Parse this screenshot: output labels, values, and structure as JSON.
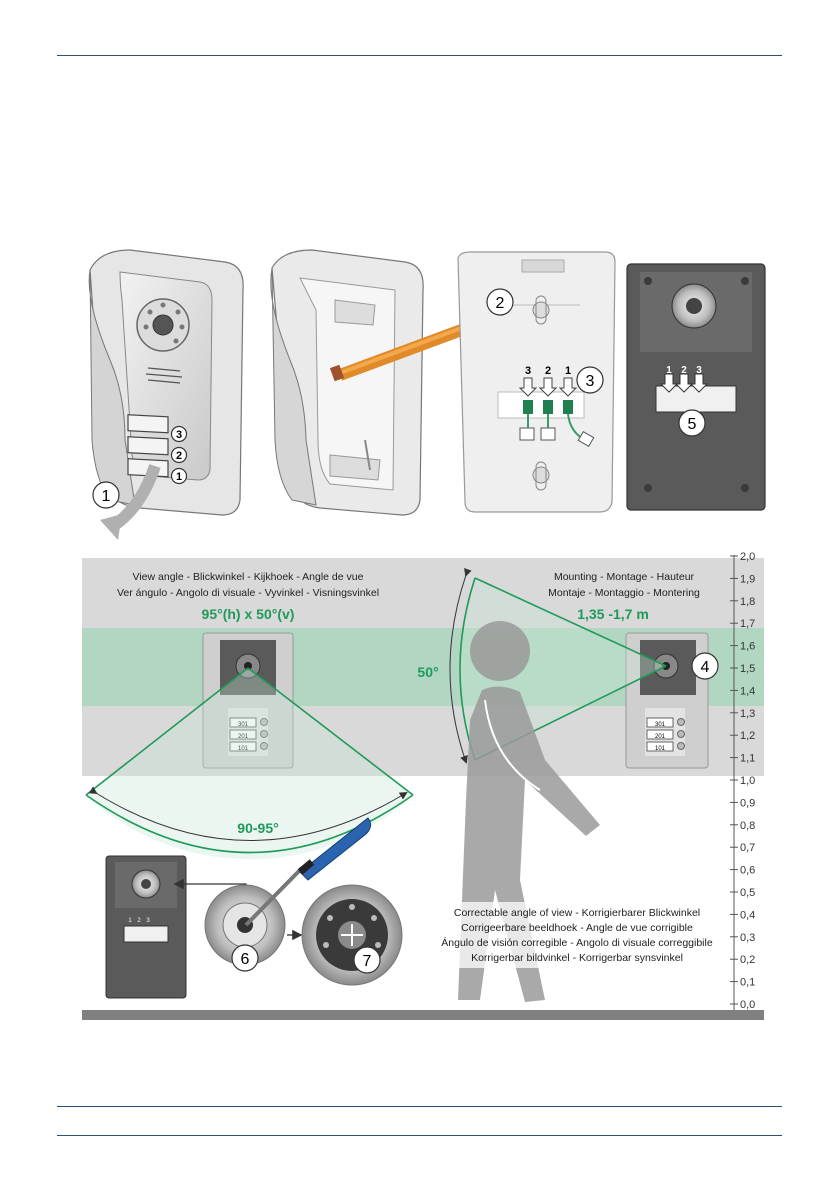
{
  "callouts": [
    "1",
    "2",
    "3",
    "4",
    "5",
    "6",
    "7"
  ],
  "panel_buttons": [
    "3",
    "2",
    "1"
  ],
  "terminal_labels": [
    "3",
    "2",
    "1"
  ],
  "module_terminal_labels": [
    "1",
    "2",
    "3"
  ],
  "view_angle": {
    "line1": "View angle - Blickwinkel - Kijkhoek - Angle de vue",
    "line2": "Ver ángulo - Angolo di visuale - Vyvinkel - Visningsvinkel",
    "value": "95°(h) x 50°(v)",
    "horizontal": "90-95°",
    "vertical": "50°"
  },
  "mounting": {
    "line1": "Mounting - Montage - Hauteur",
    "line2": "Montaje - Montaggio - Montering",
    "value": "1,35 -1,7 m"
  },
  "correctable": [
    "Correctable angle of view - Korrigierbarer Blickwinkel",
    "Corrigeerbare beeldhoek - Angle de vue corrigible",
    "Ángulo de visión corregible - Angolo di visuale correggibile",
    "Korrigerbar bildvinkel - Korrigerbar synsvinkel"
  ],
  "name_tags": [
    "301",
    "201",
    "101"
  ],
  "scale_ticks": [
    "2,0",
    "1,9",
    "1,8",
    "1,7",
    "1,6",
    "1,5",
    "1,4",
    "1,3",
    "1,2",
    "1,1",
    "1,0",
    "0,9",
    "0,8",
    "0,7",
    "0,6",
    "0,5",
    "0,4",
    "0,3",
    "0,2",
    "0,1",
    "0,0"
  ],
  "colors": {
    "accent": "#1e9a5a",
    "band": "#a9d6bd",
    "grey_band": "#d9d9da",
    "rule": "#2f4f78",
    "housing": "#5a5a5a",
    "pencil": "#e08a2a"
  }
}
